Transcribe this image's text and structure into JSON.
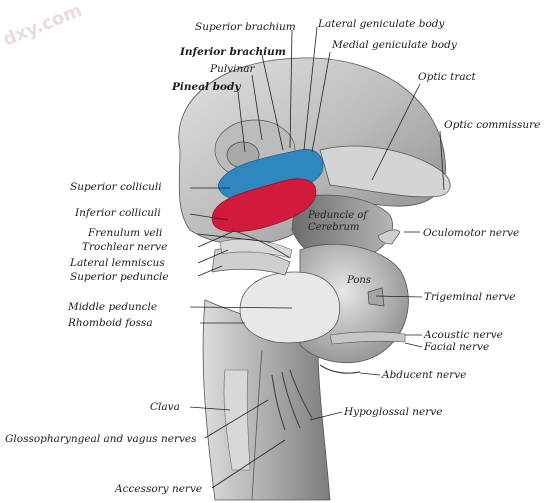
{
  "watermark": "dxy.com",
  "colors": {
    "superior_colliculi": "#2f87bf",
    "inferior_colliculi": "#d11a3c",
    "tissue": "#c9c9c9",
    "tissue_dark": "#8f8f8f",
    "ink": "#1a1a1a"
  },
  "labels": {
    "superior_brachium": "Superior brachium",
    "lateral_geniculate_body": "Lateral geniculate body",
    "inferior_brachium": "Inferior brachium",
    "medial_geniculate_body": "Medial geniculate body",
    "pulvinar": "Pulvinar",
    "optic_tract": "Optic tract",
    "pineal_body": "Pineal body",
    "optic_commissure": "Optic commissure",
    "superior_colliculi": "Superior colliculi",
    "inferior_colliculi": "Inferior colliculi",
    "frenulum_veli": "Frenulum veli",
    "oculomotor_nerve": "Oculomotor nerve",
    "trochlear_nerve": "Trochlear nerve",
    "lateral_lemniscus": "Lateral lemniscus",
    "superior_peduncle": "Superior peduncle",
    "trigeminal_nerve": "Trigeminal nerve",
    "middle_peduncle": "Middle peduncle",
    "rhomboid_fossa": "Rhomboid fossa",
    "acoustic_nerve": "Acoustic nerve",
    "facial_nerve": "Facial nerve",
    "abducent_nerve": "Abducent nerve",
    "clava": "Clava",
    "hypoglossal_nerve": "Hypoglossal nerve",
    "glossopharyngeal_vagus": "Glossopharyngeal and vagus nerves",
    "accessory_nerve": "Accessory nerve",
    "peduncle_cerebrum_1": "Peduncle of",
    "peduncle_cerebrum_2": "Cerebrum",
    "pons": "Pons"
  }
}
